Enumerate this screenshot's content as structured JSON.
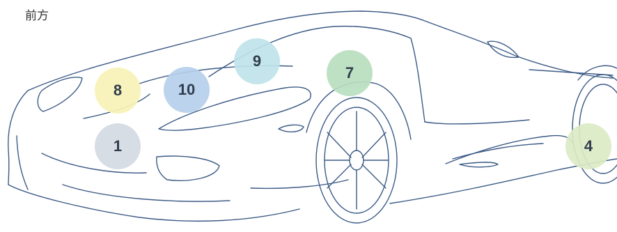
{
  "front_label": "前方",
  "colors": {
    "line": "#3b5a85",
    "marker_1": "#d4dbe3",
    "marker_4": "#dcebc5",
    "marker_7": "#b9dfc0",
    "marker_8": "#f8f3b7",
    "marker_9": "#bfe3ea",
    "marker_10": "#b6d0eb"
  },
  "markers": {
    "m1": "1",
    "m4": "4",
    "m7": "7",
    "m8": "8",
    "m9": "9",
    "m10": "10"
  }
}
